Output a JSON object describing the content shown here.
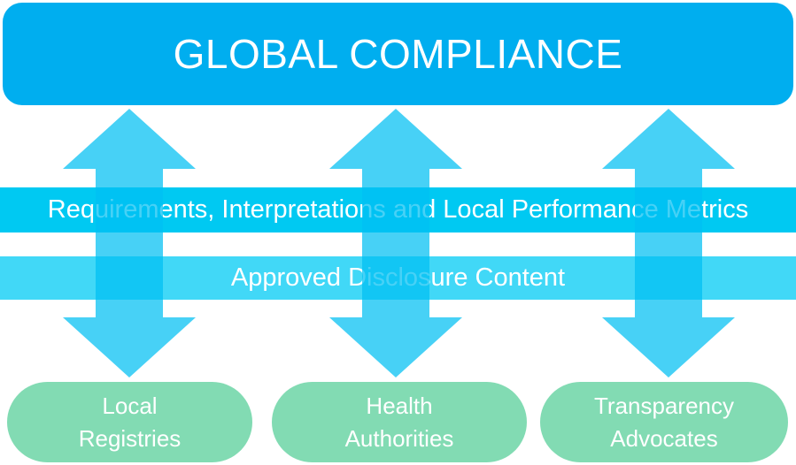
{
  "top_box": {
    "label": "GLOBAL COMPLIANCE"
  },
  "bands": [
    {
      "label": "Requirements, Interpretations and Local Performance Metrics"
    },
    {
      "label": "Approved Disclosure Content"
    }
  ],
  "nodes": [
    {
      "lines": [
        "Local",
        "Registries"
      ]
    },
    {
      "lines": [
        "Health",
        "Authorities"
      ]
    },
    {
      "lines": [
        "Transparency",
        "Advocates"
      ]
    }
  ],
  "arrows": {
    "type": "double-headed-vertical",
    "count": 3,
    "meaning": "two-way flow between Global Compliance and stakeholder nodes"
  },
  "colors": {
    "top_box": "#00AEEF",
    "band_requirements": "#00C9F2",
    "band_approved": "#41D8F7",
    "arrow": "#00BFF2",
    "arrow_opacity": "0.72",
    "node_green": "#82DBB3",
    "text": "#FFFFFF",
    "background": "#FFFFFF"
  }
}
